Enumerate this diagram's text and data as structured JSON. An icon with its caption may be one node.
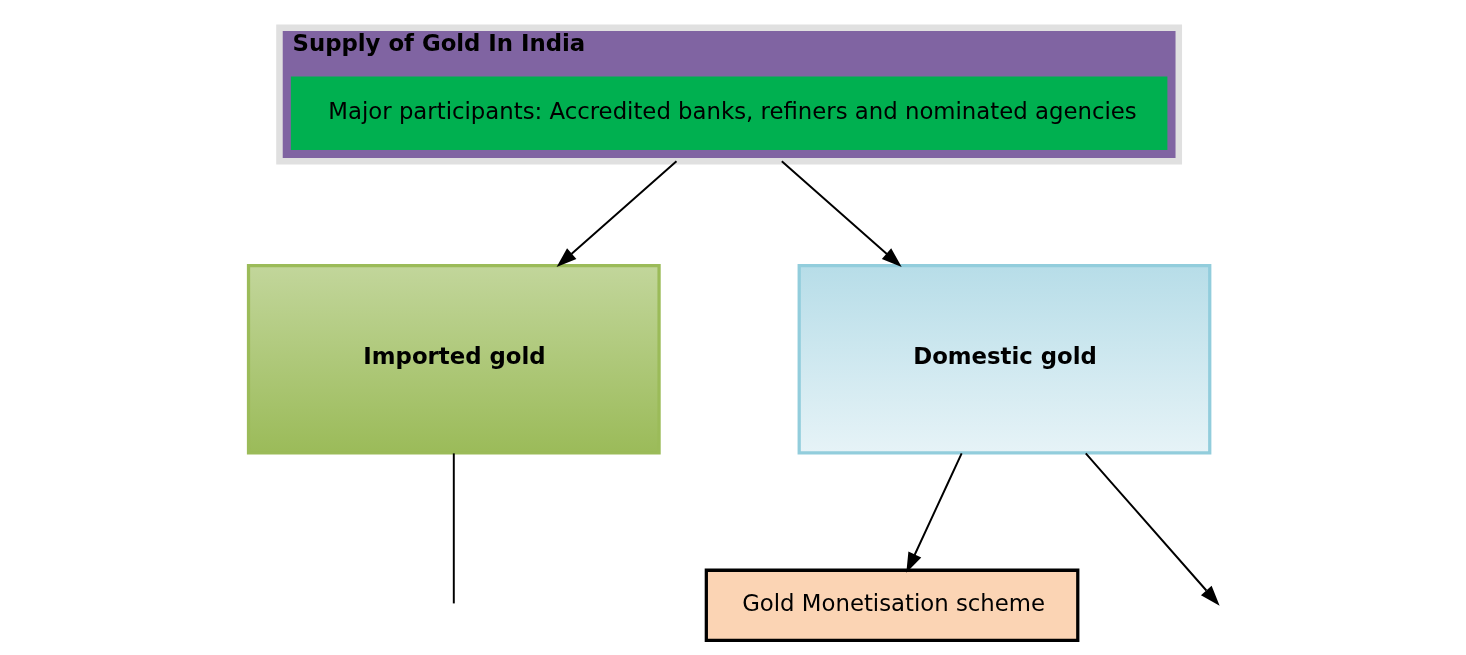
{
  "diagram": {
    "nodes": [
      {
        "text": [
          "Supply of Gold In India"
        ]
      },
      {
        "text": [
          "Major participants: Accredited banks, refiners and nominated agencies"
        ],
        "in": 0
      },
      {
        "text": [
          "Imported gold"
        ]
      },
      {
        "text": [
          "Domestic gold"
        ]
      },
      {
        "text": [
          "Gold Monetisation scheme"
        ]
      }
    ],
    "edges": [
      {
        "from": 0,
        "to": 2,
        "arrow": "to"
      },
      {
        "from": 0,
        "to": 3,
        "arrow": "to"
      },
      {
        "from": 2,
        "to": null,
        "arrow": "none"
      },
      {
        "from": 3,
        "to": 4,
        "arrow": "to"
      },
      {
        "from": 3,
        "to": null,
        "arrow": "to"
      }
    ]
  }
}
